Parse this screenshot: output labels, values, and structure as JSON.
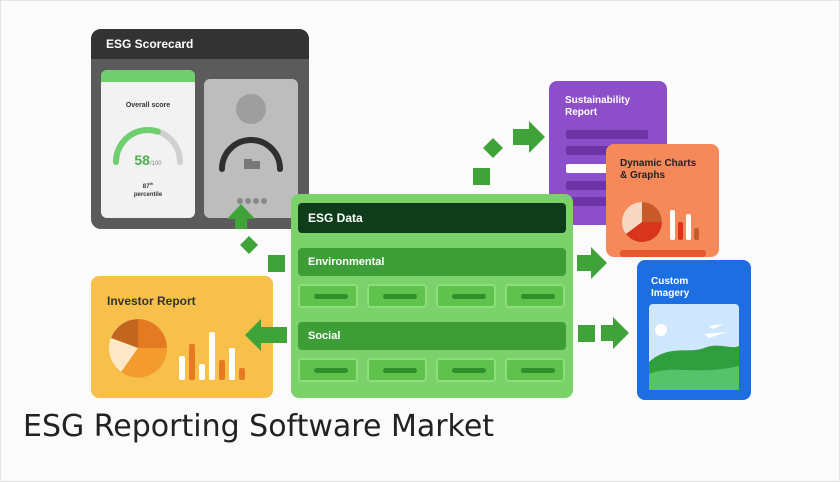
{
  "caption": "ESG Reporting Software Market",
  "scorecard": {
    "title": "ESG Scorecard",
    "overall_label": "Overall score",
    "score": "58",
    "score_max": "/100",
    "percentile_num": "87",
    "percentile_suffix": "th",
    "percentile_label": "percentile",
    "gauge_fraction": 0.58
  },
  "esg_data": {
    "title": "ESG Data",
    "sections": [
      "Environmental",
      "Social"
    ]
  },
  "investor_report": {
    "title": "Investor Report"
  },
  "sustainability_report": {
    "title_line1": "Sustainability",
    "title_line2": "Report"
  },
  "dynamic_charts": {
    "title_line1": "Dynamic Charts",
    "title_line2": "& Graphs"
  },
  "custom_imagery": {
    "title_line1": "Custom",
    "title_line2": "Imagery"
  },
  "colors": {
    "esg_green": "#7bd16a",
    "dark_green": "#0f3d1c",
    "investor_yellow": "#f7c04a",
    "sustain_purple": "#8c4fc9",
    "dynamic_orange": "#f5895a",
    "custom_blue": "#1d6ee0",
    "arrow_green": "#3fa33a"
  }
}
